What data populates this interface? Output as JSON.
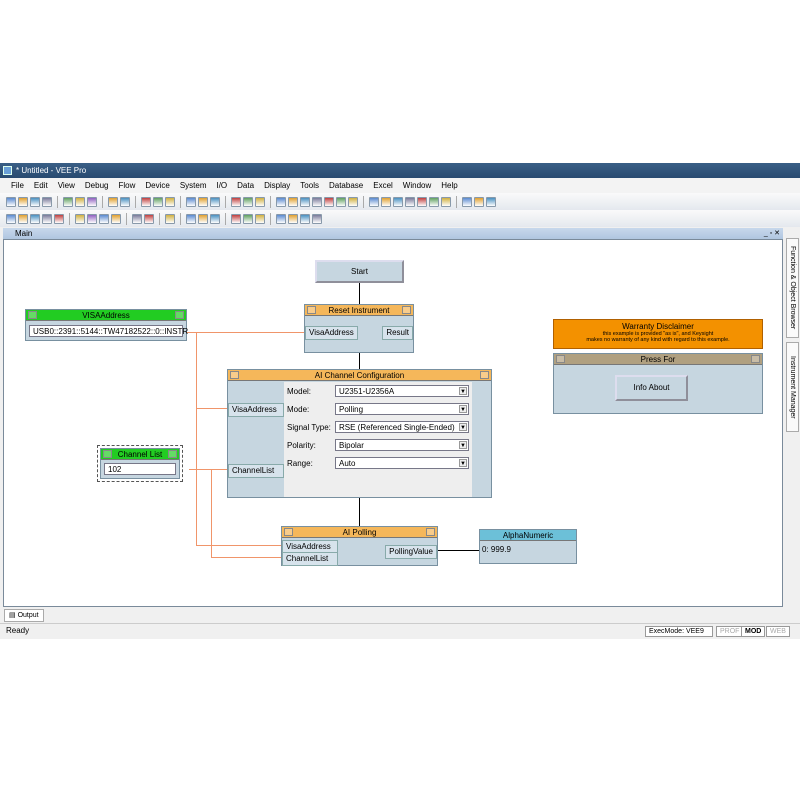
{
  "window": {
    "title": "* Untitled - VEE Pro"
  },
  "menu": [
    "File",
    "Edit",
    "View",
    "Debug",
    "Flow",
    "Device",
    "System",
    "I/O",
    "Data",
    "Display",
    "Tools",
    "Database",
    "Excel",
    "Window",
    "Help"
  ],
  "main_tab": "Main",
  "objects": {
    "start": {
      "label": "Start"
    },
    "reset": {
      "title": "Reset Instrument",
      "input": "VisaAddress",
      "output": "Result"
    },
    "visa": {
      "title": "VISAAddress",
      "value": "USB0::2391::5144::TW47182522::0::INSTR"
    },
    "channel_list": {
      "title": "Channel List",
      "value": "102"
    },
    "ai_config": {
      "title": "AI Channel Configuration",
      "inputs": [
        "VisaAddress",
        "ChannelList"
      ],
      "fields": [
        {
          "label": "Model:",
          "value": "U2351-U2356A"
        },
        {
          "label": "Mode:",
          "value": "Polling"
        },
        {
          "label": "Signal Type:",
          "value": "RSE (Referenced Single-Ended)"
        },
        {
          "label": "Polarity:",
          "value": "Bipolar"
        },
        {
          "label": "Range:",
          "value": "Auto"
        }
      ]
    },
    "ai_polling": {
      "title": "AI Polling",
      "inputs": [
        "VisaAddress",
        "ChannelList"
      ],
      "output": "PollingValue"
    },
    "alphanumeric": {
      "title": "AlphaNumeric",
      "value": "0: 999.9"
    },
    "warranty": {
      "title": "Warranty Disclaimer",
      "line1": "this example is provided \"as is\", and Keysight",
      "line2": "makes no warranty of any kind with regard to this example."
    },
    "press_for": {
      "title": "Press For",
      "button": "Info About"
    }
  },
  "sidebar_tabs": [
    "Function & Object Browser",
    "Instrument Manager"
  ],
  "output_tab": "Output",
  "status": {
    "text": "Ready",
    "exec_mode": "ExecMode: VEE9",
    "prof": "PROF",
    "mod": "MOD",
    "web": "WEB"
  },
  "colors": {
    "titlebar": "#2f547c",
    "orange_header": "#f5b75a",
    "green_header": "#22cc22",
    "teal_header": "#6cc0d8",
    "warranty": "#f39100",
    "press_header": "#b0a080",
    "wire": "#f0956a"
  }
}
